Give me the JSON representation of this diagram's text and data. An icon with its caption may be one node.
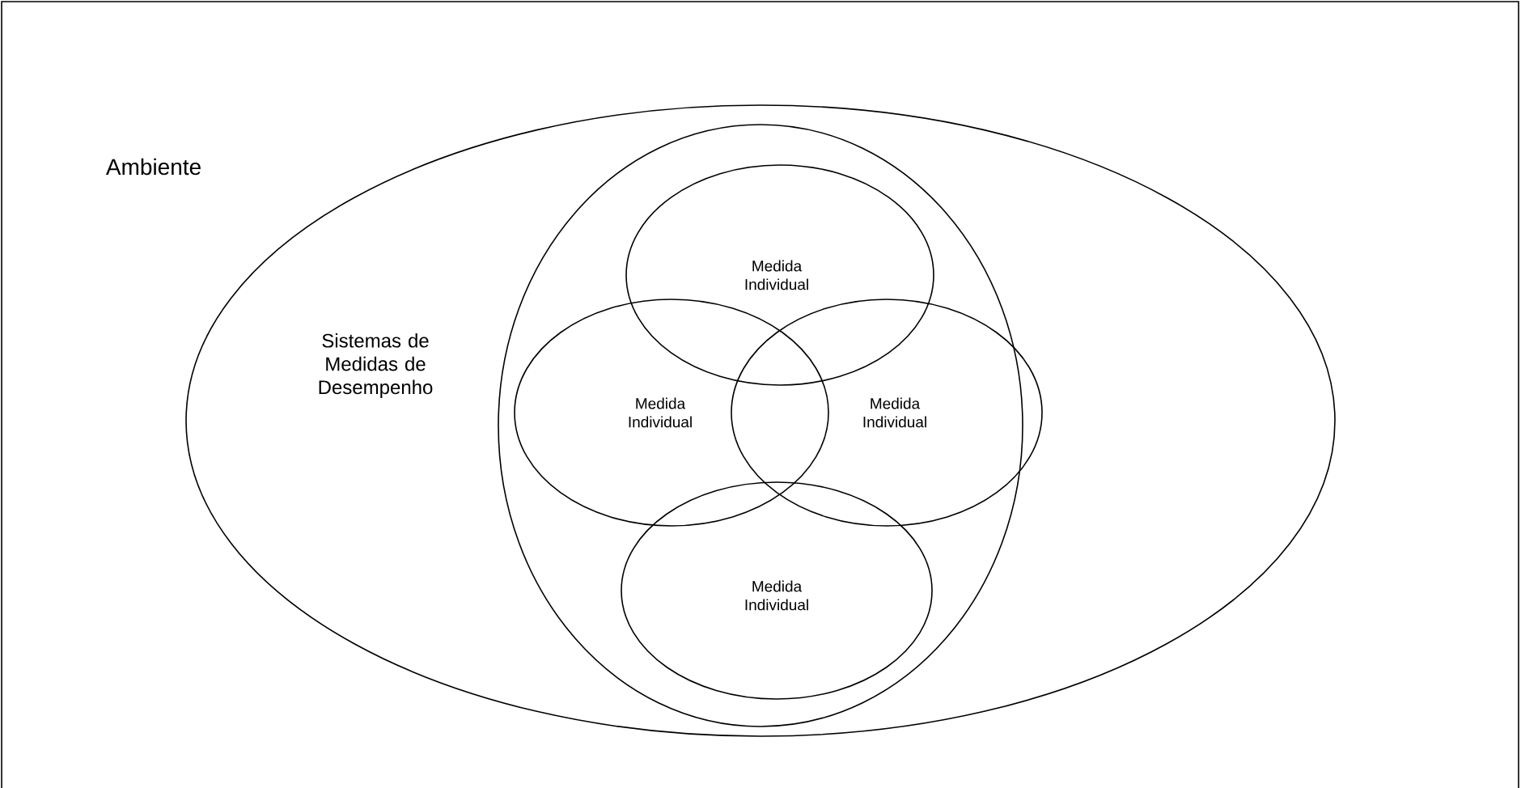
{
  "diagram": {
    "nodes": [
      {
        "text": [
          "Ambiente"
        ]
      },
      {
        "text": [
          "Sistemas de Medidas de Desempenho"
        ],
        "in": 0
      },
      {
        "text": [
          "Medida Individual"
        ],
        "in": 1
      },
      {
        "text": [
          "Medida Individual"
        ],
        "in": 1
      },
      {
        "text": [
          "Medida Individual"
        ],
        "in": 0
      },
      {
        "text": [
          "Medida Individual"
        ],
        "in": 1
      }
    ]
  }
}
